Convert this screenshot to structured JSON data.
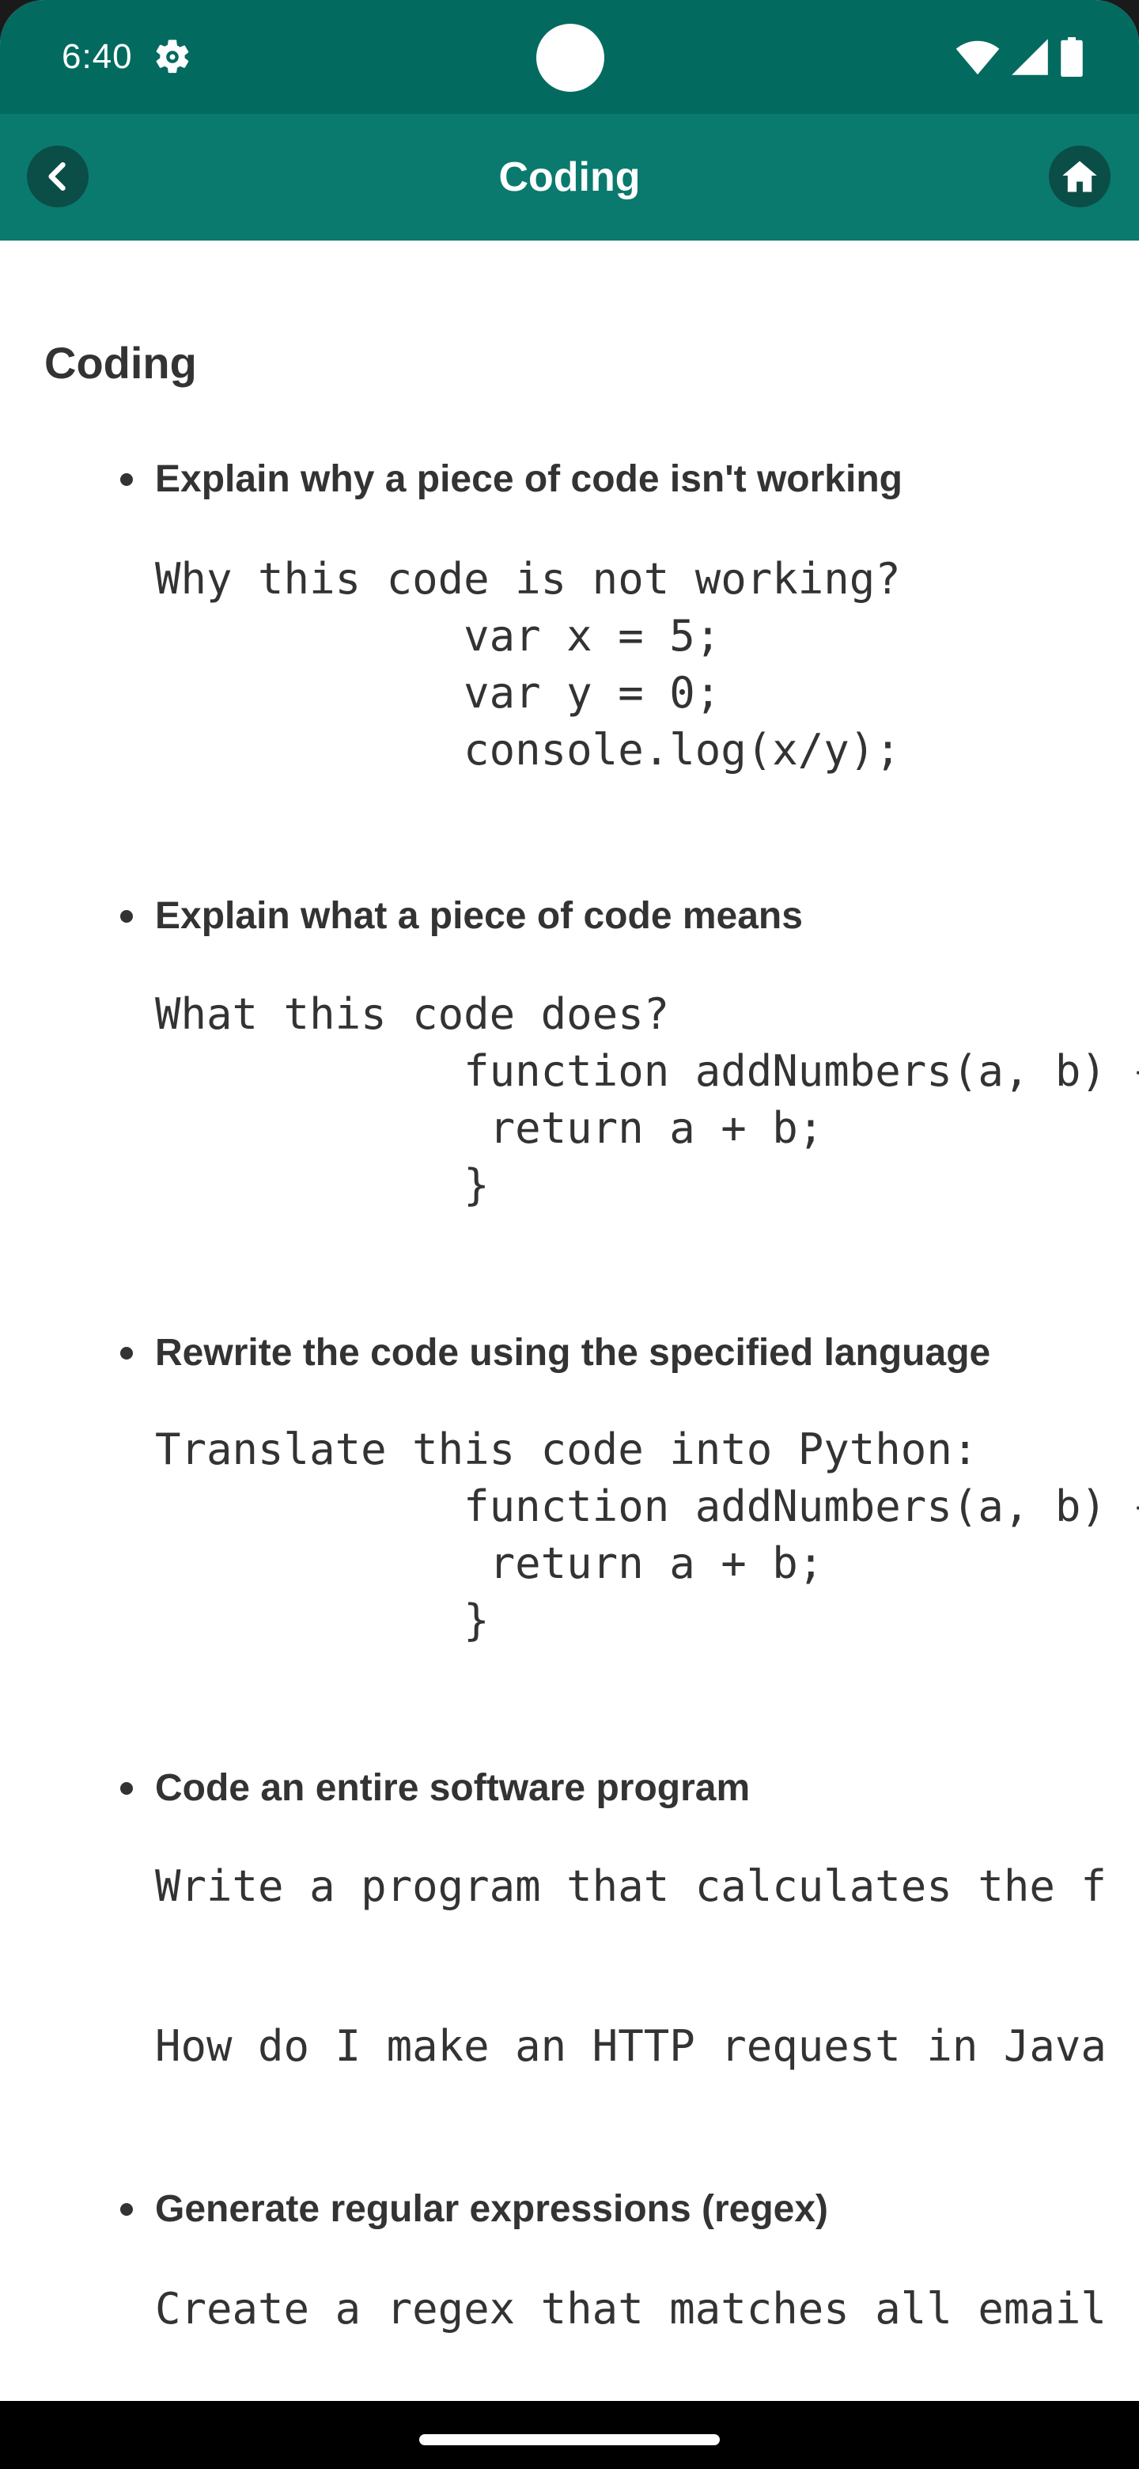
{
  "status_bar": {
    "time": "6:40",
    "icons": [
      "settings-gear-icon",
      "wifi-icon",
      "cellular-signal-icon",
      "battery-icon"
    ]
  },
  "app_bar": {
    "title": "Coding",
    "back_icon": "chevron-left-icon",
    "home_icon": "home-icon",
    "accent_color": "#0a7a6e",
    "status_color": "#036a60",
    "button_color": "#0b4d47"
  },
  "content": {
    "heading": "Coding",
    "items": [
      {
        "title": "Explain why a piece of code isn't working",
        "code": "Why this code is not working?\n            var x = 5;\n            var y = 0;\n            console.log(x/y);"
      },
      {
        "title": "Explain what a piece of code means",
        "code": "What this code does?\n            function addNumbers(a, b) {\n             return a + b;\n            }"
      },
      {
        "title": "Rewrite the code using the specified language",
        "code": "Translate this code into Python:\n            function addNumbers(a, b) {\n             return a + b;\n            }"
      },
      {
        "title": "Code an entire software program",
        "code": "Write a program that calculates the f",
        "code_2": "How do I make an HTTP request in Java"
      },
      {
        "title": "Generate regular expressions (regex)",
        "code": "Create a regex that matches all email"
      }
    ]
  }
}
